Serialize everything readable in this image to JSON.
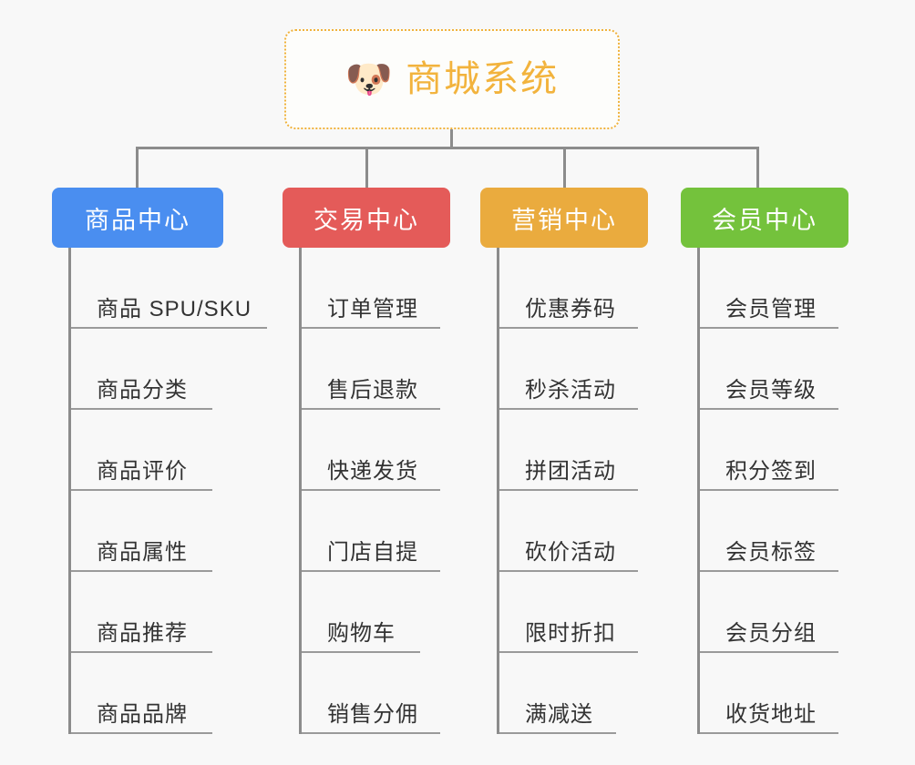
{
  "diagram": {
    "type": "organization-tree",
    "root": {
      "icon": "shiba-dog-face-icon",
      "emoji": "🐶",
      "title": "商城系统",
      "border_color": "#f0b23c",
      "text_color": "#f2b33d",
      "background": "#fdfdfb"
    },
    "background_color": "#f8f8f8",
    "connector_color": "#8c8c8c",
    "divider_color": "#9a9a9a",
    "item_text_color": "#333333",
    "categories": [
      {
        "label": "商品中心",
        "color": "#4a8ef0",
        "items": [
          "商品 SPU/SKU",
          "商品分类",
          "商品评价",
          "商品属性",
          "商品推荐",
          "商品品牌"
        ]
      },
      {
        "label": "交易中心",
        "color": "#e45b59",
        "items": [
          "订单管理",
          "售后退款",
          "快递发货",
          "门店自提",
          "购物车",
          "销售分佣"
        ]
      },
      {
        "label": "营销中心",
        "color": "#eaab3e",
        "items": [
          "优惠券码",
          "秒杀活动",
          "拼团活动",
          "砍价活动",
          "限时折扣",
          "满减送"
        ]
      },
      {
        "label": "会员中心",
        "color": "#74c23c",
        "items": [
          "会员管理",
          "会员等级",
          "积分签到",
          "会员标签",
          "会员分组",
          "收货地址"
        ]
      }
    ]
  }
}
